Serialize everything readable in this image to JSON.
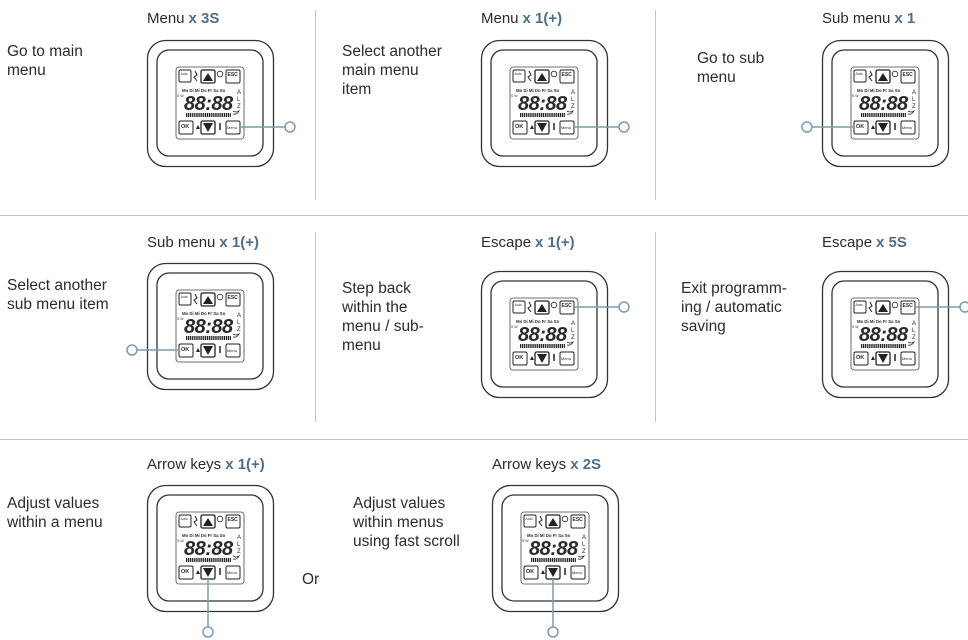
{
  "panels": [
    {
      "heading": "Menu",
      "multiplier": "x 3S",
      "description": [
        "Go to main",
        "menu"
      ],
      "indicator": "menu-button"
    },
    {
      "heading": "Menu",
      "multiplier": "x 1(+)",
      "description": [
        "Select another",
        "main menu",
        "item"
      ],
      "indicator": "menu-button"
    },
    {
      "heading": "Sub menu",
      "multiplier": "x 1",
      "description": [
        "Go to sub",
        "menu"
      ],
      "indicator": "ok-button"
    },
    {
      "heading": "Sub menu",
      "multiplier": "x 1(+)",
      "description": [
        "Select another",
        "sub menu item"
      ],
      "indicator": "ok-button"
    },
    {
      "heading": "Escape",
      "multiplier": "x 1(+)",
      "description": [
        "Step back",
        "within the",
        "menu / sub-",
        "menu"
      ],
      "indicator": "esc-button"
    },
    {
      "heading": "Escape",
      "multiplier": "x 5S",
      "description": [
        "Exit programm-",
        "ing / automatic",
        "saving"
      ],
      "indicator": "esc-button"
    },
    {
      "heading": "Arrow keys",
      "multiplier": "x 1(+)",
      "description": [
        "Adjust values",
        "within a menu"
      ],
      "indicator": "down-button"
    },
    {
      "heading": "Arrow keys",
      "multiplier": "x 2S",
      "description": [
        "Adjust values",
        "within menus",
        "using fast scroll"
      ],
      "indicator": "down-button"
    }
  ],
  "or_label": "Or",
  "device": {
    "auto_label": "Auto",
    "esc_label": "ESC",
    "days": "Mo Di Mi Do Fr Sa So",
    "digits": "88:88",
    "side_letters": "A\nL\nZ",
    "left_letters": "S W",
    "ok_label": "OK",
    "menu_label": "Menu"
  },
  "colors": {
    "accent": "#4e6f88",
    "separator": "#b9c8d3",
    "pointer": "#7d9bb0",
    "text": "#2b2b2b"
  }
}
